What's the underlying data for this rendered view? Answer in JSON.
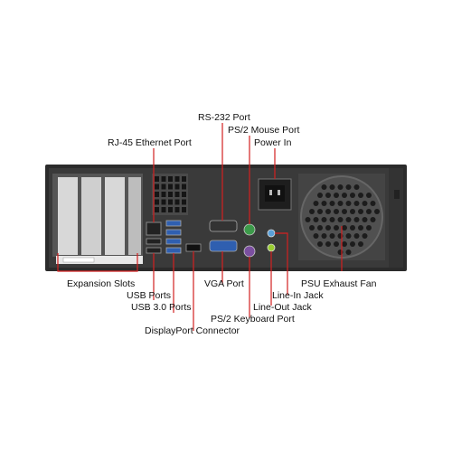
{
  "labels": {
    "rs232": "RS-232 Port",
    "ps2_mouse": "PS/2 Mouse Port",
    "rj45": "RJ-45 Ethernet Port",
    "power_in": "Power In",
    "expansion": "Expansion Slots",
    "usb": "USB Ports",
    "usb3": "USB 3.0 Ports",
    "displayport": "DisplayPort Connector",
    "vga": "VGA Port",
    "ps2_keyboard": "PS/2 Keyboard Port",
    "line_in": "Line-In Jack",
    "line_out": "Line-Out Jack",
    "psu_fan": "PSU Exhaust Fan"
  },
  "colors": {
    "callout": "#d32020",
    "chassis": "#2a2a2a",
    "usb3_blue": "#2f5fb0",
    "ps2_mouse_green": "#3c9a4a",
    "ps2_keyboard_purple": "#7b4fa0",
    "line_in_blue": "#5aa0d8",
    "line_out_green": "#9acd32"
  }
}
